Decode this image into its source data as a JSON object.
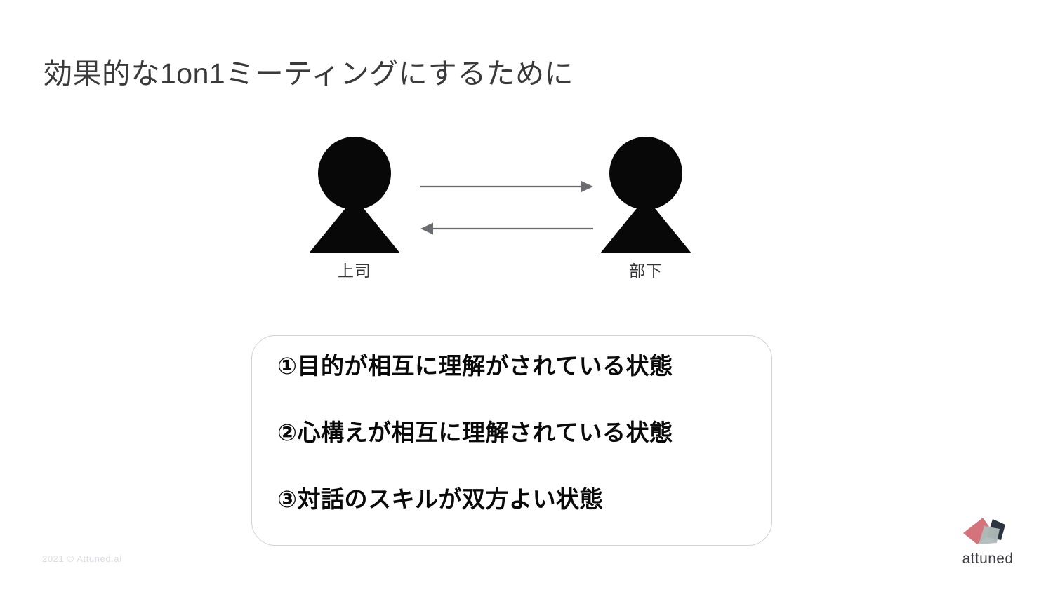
{
  "slide": {
    "title": "効果的な1on1ミーティングにするために",
    "background_color": "#ffffff",
    "title_color": "#3a3a3c"
  },
  "diagram": {
    "people": [
      {
        "label": "上司",
        "position": "left"
      },
      {
        "label": "部下",
        "position": "right"
      }
    ],
    "arrows": [
      {
        "direction": "right",
        "from": "上司",
        "to": "部下",
        "color": "#6b6b72"
      },
      {
        "direction": "left",
        "from": "部下",
        "to": "上司",
        "color": "#6b6b72"
      }
    ],
    "figure_color": "#080808"
  },
  "points": {
    "border_color": "#d2d2d6",
    "items": [
      {
        "marker": "①",
        "text": "①目的が相互に理解がされている状態"
      },
      {
        "marker": "②",
        "text": "②心構えが相互に理解されている状態"
      },
      {
        "marker": "③",
        "text": "③対話のスキルが双方よい状態"
      }
    ]
  },
  "footer": {
    "copyright": "2021 © Attuned.ai",
    "copyright_color": "#dcdce2"
  },
  "brand": {
    "name": "attuned",
    "mark_colors": {
      "coral": "#d4737b",
      "navy": "#2b3541",
      "sage": "#aebcb8",
      "light": "#c6cfcb"
    }
  }
}
